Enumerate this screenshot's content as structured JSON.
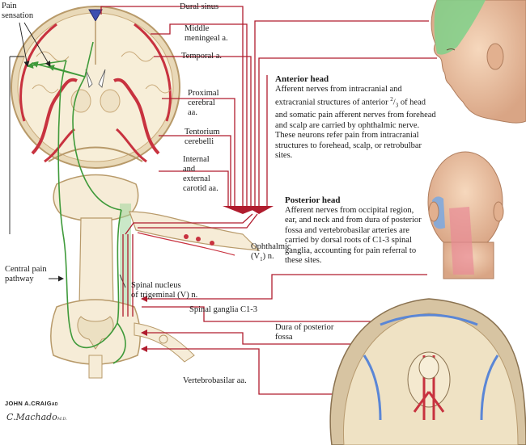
{
  "labels": {
    "pain_sensation": "Pain\nsensation",
    "dural_sinus": "Dural sinus",
    "middle_meningeal": "Middle\nmeningeal a.",
    "temporal": "Temporal a.",
    "proximal_cerebral": "Proximal\ncerebral\naa.",
    "tentorium": "Tentorium\ncerebelli",
    "carotid": "Internal\nand\nexternal\ncarotid aa.",
    "ophthalmic_main": "Ophthalmic",
    "ophthalmic_v": "(V",
    "ophthalmic_sub": "1",
    "ophthalmic_end": ") n.",
    "central_pain": "Central pain\npathway",
    "spinal_nucleus": "Spinal nucleus\nof trigeminal (V) n.",
    "spinal_ganglia": "Spinal ganglia C1-3",
    "dura_posterior": "Dura of posterior\nfossa",
    "vertebrobasilar": "Vertebrobasilar aa."
  },
  "anterior": {
    "title": "Anterior head",
    "body_1": "Afferent nerves from intracranial and extracranial structures of anterior ",
    "frac_num": "2",
    "frac_den": "3",
    "body_2": " of head and somatic pain afferent nerves from forehead and scalp are carried by ophthalmic nerve. These neurons refer pain from intracranial structures to forehead, scalp, or retrobulbar sites."
  },
  "posterior": {
    "title": "Posterior head",
    "body": "Afferent nerves from occipital region, ear, and neck and from dura of posterior fossa and vertebrobasilar arteries are carried by dorsal roots of C1-3 spinal ganglia, accounting for pain referral to these sites."
  },
  "signature": {
    "artist": "JOHN A.CRAIG",
    "artist_suffix": "AD",
    "colorist": "C.Machado",
    "colorist_suffix": "M.D."
  },
  "colors": {
    "nerve_red": "#b01c2e",
    "pathway_green": "#3f9a3a",
    "zone_green": "#7fd18a",
    "zone_blue": "#7aa8e0",
    "zone_red": "#e88a96",
    "tissue": "#f6ecd7",
    "skin": "#f0c9a8"
  }
}
